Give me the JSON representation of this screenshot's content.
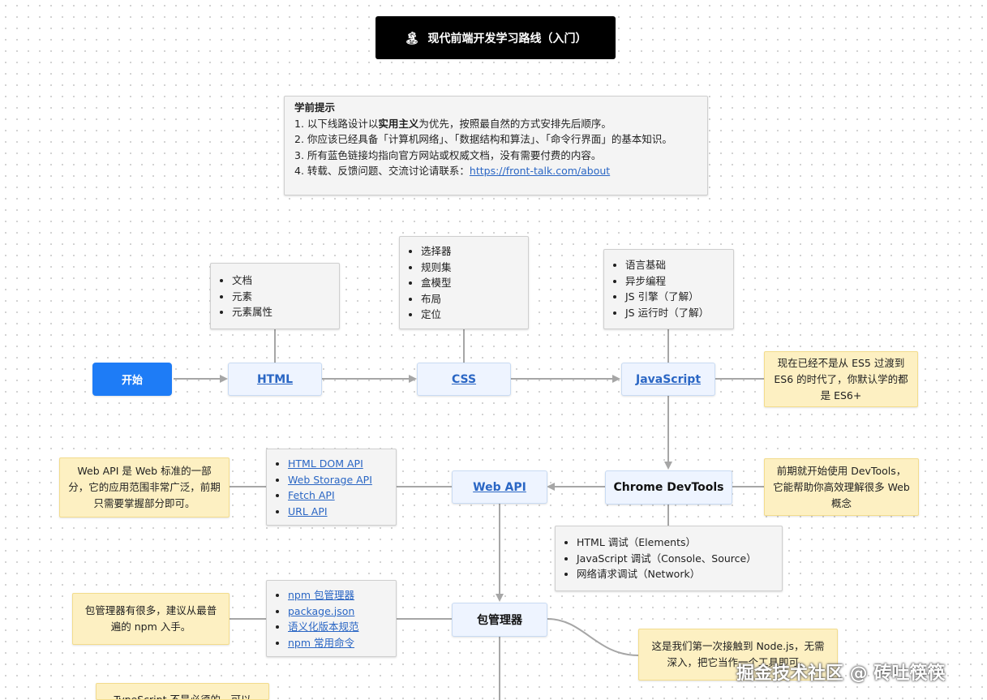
{
  "title": {
    "icon": "🏝",
    "text": "现代前端开发学习路线（入门）"
  },
  "tips": {
    "heading": "学前提示",
    "line1_pre": "1. 以下线路设计以",
    "line1_bold": "实用主义",
    "line1_post": "为优先，按照最自然的方式安排先后顺序。",
    "line2": "2. 你应该已经具备「计算机网络」、「数据结构和算法」、「命令行界面」的基本知识。",
    "line3": "3. 所有蓝色链接均指向官方网站或权威文档，没有需要付费的内容。",
    "line4_pre": "4. 转载、反馈问题、交流讨论请联系：",
    "line4_link": "https://front-talk.com/about"
  },
  "nodes": {
    "start": "开始",
    "html": "HTML",
    "css": "CSS",
    "javascript": "JavaScript",
    "devtools": "Chrome DevTools",
    "webapi": "Web API",
    "pkg": "包管理器"
  },
  "lists": {
    "html": [
      "文档",
      "元素",
      "元素属性"
    ],
    "css": [
      "选择器",
      "规则集",
      "盒模型",
      "布局",
      "定位"
    ],
    "js": [
      "语言基础",
      "异步编程",
      "JS 引擎（了解）",
      "JS 运行时（了解）"
    ],
    "webapi": [
      "HTML DOM API",
      "Web Storage API",
      "Fetch API",
      "URL API"
    ],
    "devtools": [
      "HTML 调试（Elements）",
      "JavaScript 调试（Console、Source）",
      "网络请求调试（Network）"
    ],
    "pkg": [
      "npm 包管理器",
      "package.json",
      "语义化版本规范",
      "npm 常用命令"
    ]
  },
  "notes": {
    "es6": "现在已经不是从 ES5 过渡到 ES6 的时代了，你默认学的都是 ES6+",
    "devtools": "前期就开始使用 DevTools，它能帮助你高效理解很多 Web 概念",
    "webapi": "Web API 是 Web 标准的一部分，它的应用范围非常广泛，前期只需要掌握部分即可。",
    "pkg": "包管理器有很多，建议从最普遍的 npm 入手。",
    "node": "这是我们第一次接触到 Node.js，无需深入，把它当作一个工具即可。",
    "ts": "TypeScript 不是必须的，可以"
  },
  "watermark": "掘金技术社区 @ 砖吐筷筷",
  "colors": {
    "link": "#2a66c4",
    "start": "#1e7cf6",
    "node_bg": "#eef4ff",
    "note_bg": "#fdf0c2",
    "box_bg": "#f4f4f4",
    "title_bg": "#000000"
  }
}
